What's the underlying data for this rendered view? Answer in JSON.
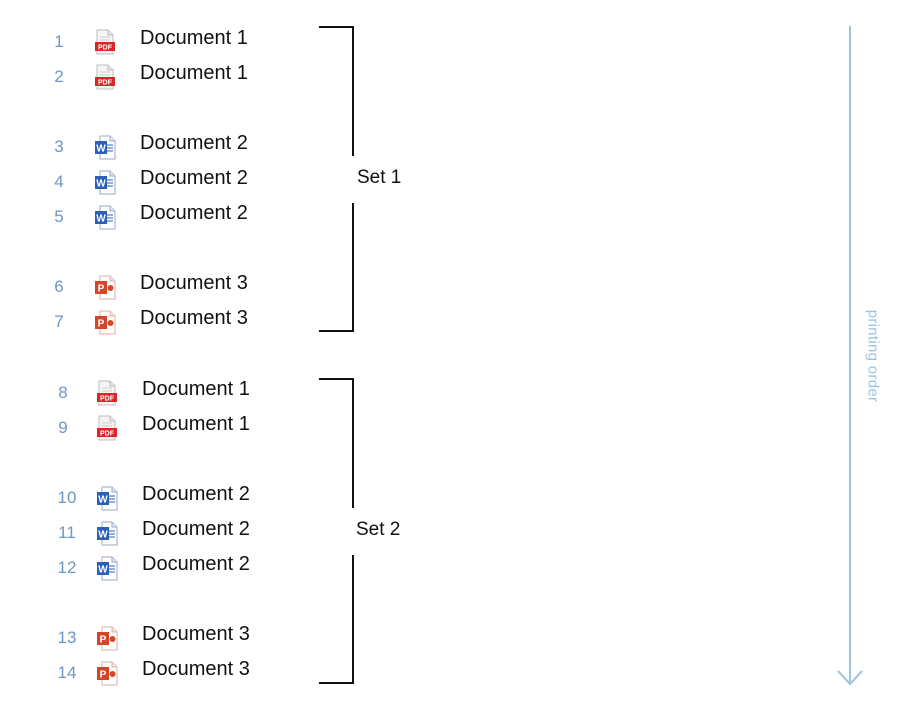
{
  "sets": [
    {
      "label": "Set 1",
      "items": [
        {
          "num": "1",
          "type": "pdf",
          "title": "Document 1"
        },
        {
          "num": "2",
          "type": "pdf",
          "title": "Document 1"
        },
        {
          "num": "3",
          "type": "word",
          "title": "Document 2"
        },
        {
          "num": "4",
          "type": "word",
          "title": "Document 2"
        },
        {
          "num": "5",
          "type": "word",
          "title": "Document 2"
        },
        {
          "num": "6",
          "type": "ppt",
          "title": "Document 3"
        },
        {
          "num": "7",
          "type": "ppt",
          "title": "Document 3"
        }
      ]
    },
    {
      "label": "Set 2",
      "items": [
        {
          "num": "8",
          "type": "pdf",
          "title": "Document 1"
        },
        {
          "num": "9",
          "type": "pdf",
          "title": "Document 1"
        },
        {
          "num": "10",
          "type": "word",
          "title": "Document 2"
        },
        {
          "num": "11",
          "type": "word",
          "title": "Document 2"
        },
        {
          "num": "12",
          "type": "word",
          "title": "Document 2"
        },
        {
          "num": "13",
          "type": "ppt",
          "title": "Document 3"
        },
        {
          "num": "14",
          "type": "ppt",
          "title": "Document 3"
        }
      ]
    }
  ],
  "arrow_label": "printing order",
  "colors": {
    "number": "#6d97c4",
    "arrow": "#9ac3e3",
    "pdf": "#d62828",
    "word": "#2b5fb8",
    "ppt": "#d1472a"
  }
}
